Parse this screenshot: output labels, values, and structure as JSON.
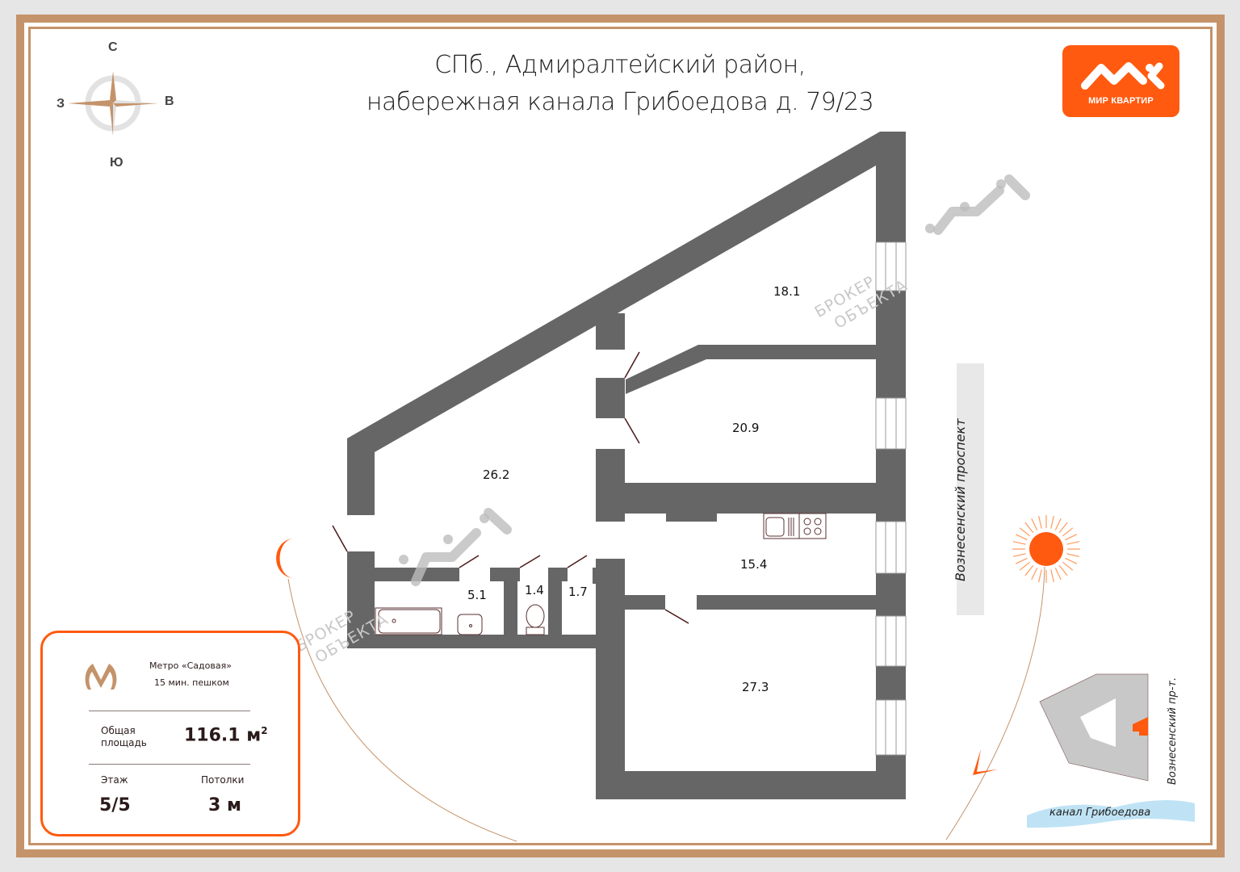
{
  "title": {
    "line1": "СПб., Адмиралтейский район,",
    "line2": "набережная канала Грибоедова д. 79/23"
  },
  "compass": {
    "north": "С",
    "south": "Ю",
    "west": "З",
    "east": "В",
    "icon": "compass-rose-icon"
  },
  "logo": {
    "text": "МИР КВАРТИР",
    "icon": "mk-logo-icon",
    "color": "#ff5a0f"
  },
  "watermark": {
    "line1": "БРОКЕР",
    "line2": "ОБЪЕКТА"
  },
  "rooms": [
    {
      "id": "room-18",
      "area": "18.1"
    },
    {
      "id": "room-20",
      "area": "20.9"
    },
    {
      "id": "room-26",
      "area": "26.2"
    },
    {
      "id": "kitchen",
      "area": "15.4"
    },
    {
      "id": "bathroom",
      "area": "5.1"
    },
    {
      "id": "wc",
      "area": "1.4"
    },
    {
      "id": "closet",
      "area": "1.7"
    },
    {
      "id": "room-27",
      "area": "27.3"
    }
  ],
  "streets": {
    "avenue": "Вознесенский проспект",
    "avenue_short": "Вознесенский пр-т.",
    "canal": "канал Грибоедова"
  },
  "info": {
    "metro_icon": "metro-icon",
    "metro_name": "Метро «Садовая»",
    "metro_time": "15 мин. пешком",
    "area_label_1": "Общая",
    "area_label_2": "площадь",
    "area_value": "116.1 м",
    "area_unit_sup": "2",
    "floor_label": "Этаж",
    "floor_value": "5/5",
    "ceiling_label": "Потолки",
    "ceiling_value": "3 м"
  },
  "colors": {
    "frame": "#c4936a",
    "accent": "#ff5a0f",
    "wall": "#666666"
  }
}
